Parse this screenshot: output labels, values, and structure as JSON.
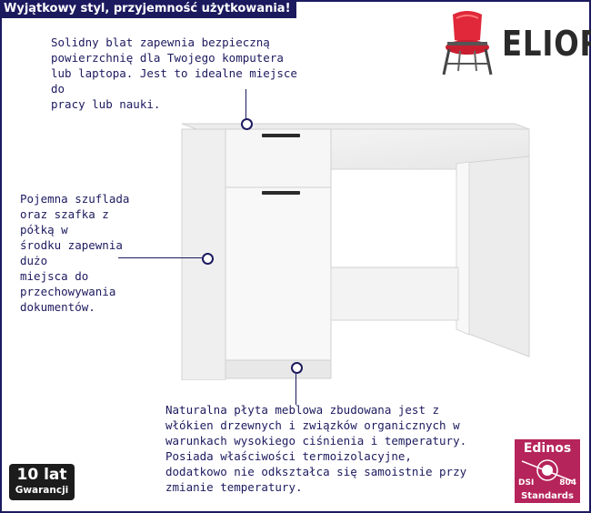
{
  "header": {
    "title": "Wyjątkowy styl, przyjemność użytkowania!"
  },
  "brand": {
    "name": "ELIOR"
  },
  "features": {
    "top": [
      "Solidny blat zapewnia bezpieczną",
      "powierzchnię dla Twojego komputera",
      "lub laptopa. Jest to idealne miejsce do",
      "pracy lub nauki."
    ],
    "storage": [
      "Pojemna szuflada",
      "oraz szafka z półką w",
      "środku zapewnia dużo",
      "miejsca do",
      "przechowywania",
      "dokumentów."
    ],
    "material": [
      "Naturalna płyta meblowa zbudowana jest z",
      "włókien drzewnych i związków organicznych w",
      "warunkach wysokiego ciśnienia i temperatury.",
      "Posiada właściwości termoizolacyjne,",
      "dodatkowo nie odkształca się samoistnie przy",
      "zmianie temperatury."
    ]
  },
  "badges": {
    "warranty": {
      "number": "10",
      "unit": "lat",
      "label": "Gwarancji"
    },
    "certification": {
      "name": "Edinos",
      "left": "DSI",
      "right": "804",
      "label": "Standards"
    }
  },
  "colors": {
    "accent": "#1c1a5e",
    "edinos": "#b5245a",
    "chair_red": "#e0283a"
  }
}
